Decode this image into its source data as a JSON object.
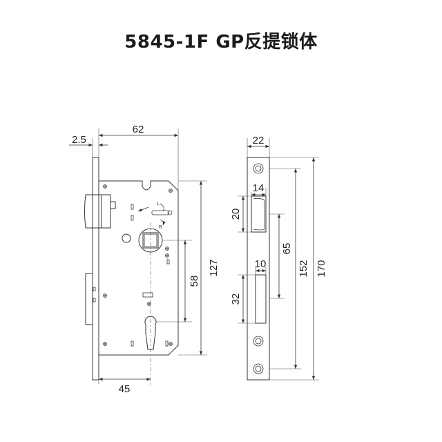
{
  "title": "5845-1F GP反提锁体",
  "dimensions": {
    "faceplate_thickness": "2.5",
    "case_width": "62",
    "backset": "45",
    "case_height": "127",
    "spindle_to_cylinder": "58",
    "faceplate_width": "22",
    "latch_width": "14",
    "latch_height": "20",
    "deadbolt_width": "10",
    "deadbolt_height": "32",
    "latch_to_deadbolt": "65",
    "screw_hole_spacing": "152",
    "faceplate_length": "170"
  },
  "handing_labels": {
    "left": "L",
    "right": "R"
  }
}
